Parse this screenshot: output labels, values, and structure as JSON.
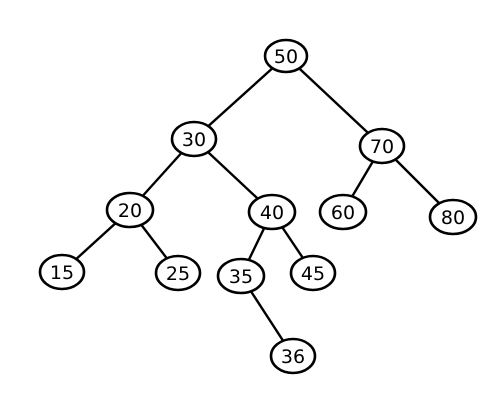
{
  "tree": {
    "nodes": [
      {
        "id": "n50",
        "label": "50"
      },
      {
        "id": "n30",
        "label": "30"
      },
      {
        "id": "n70",
        "label": "70"
      },
      {
        "id": "n20",
        "label": "20"
      },
      {
        "id": "n40",
        "label": "40"
      },
      {
        "id": "n60",
        "label": "60"
      },
      {
        "id": "n80",
        "label": "80"
      },
      {
        "id": "n15",
        "label": "15"
      },
      {
        "id": "n25",
        "label": "25"
      },
      {
        "id": "n35",
        "label": "35"
      },
      {
        "id": "n45",
        "label": "45"
      },
      {
        "id": "n36",
        "label": "36"
      }
    ],
    "edges": [
      {
        "from": "n50",
        "to": "n30"
      },
      {
        "from": "n50",
        "to": "n70"
      },
      {
        "from": "n30",
        "to": "n20"
      },
      {
        "from": "n30",
        "to": "n40"
      },
      {
        "from": "n70",
        "to": "n60"
      },
      {
        "from": "n70",
        "to": "n80"
      },
      {
        "from": "n20",
        "to": "n15"
      },
      {
        "from": "n20",
        "to": "n25"
      },
      {
        "from": "n40",
        "to": "n35"
      },
      {
        "from": "n40",
        "to": "n45"
      },
      {
        "from": "n35",
        "to": "n36"
      }
    ]
  }
}
